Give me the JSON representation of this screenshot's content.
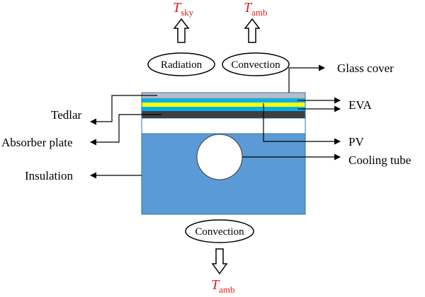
{
  "top": {
    "t_sky": {
      "symbol": "T",
      "subscript": "sky"
    },
    "t_amb": {
      "symbol": "T",
      "subscript": "amb"
    },
    "radiation": "Radiation",
    "convection": "Convection"
  },
  "bottom": {
    "convection": "Convection",
    "t_amb": {
      "symbol": "T",
      "subscript": "amb"
    }
  },
  "labels": {
    "glass_cover": "Glass cover",
    "eva": "EVA",
    "tedlar": "Tedlar",
    "absorber_plate": "Absorber plate",
    "pv": "PV",
    "cooling_tube": "Cooling tube",
    "insulation": "Insulation"
  },
  "colors": {
    "temperature_text": "#e31b1b",
    "insulation": "#5b9bd5",
    "glass": "#b9bdc4",
    "eva": "#00b0f0",
    "pv": "#ffff00",
    "absorber": "#3f3f3f",
    "tedlar": "#ffffff",
    "tube": "#ffffff"
  }
}
